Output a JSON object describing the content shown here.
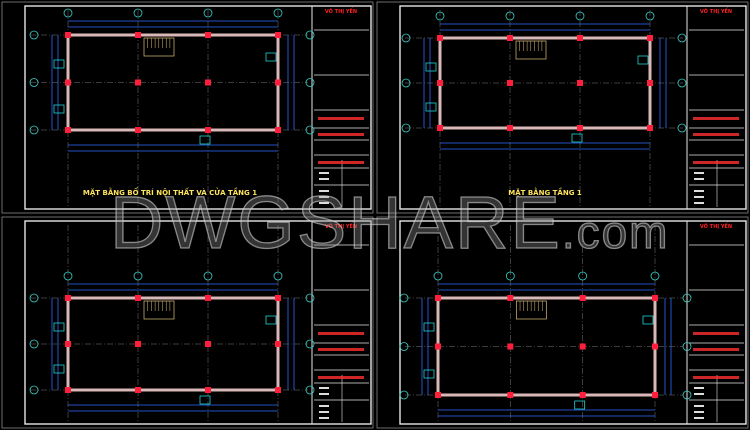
{
  "watermark": {
    "main": "DWGSHARE",
    "suffix": ".com"
  },
  "colors": {
    "background": "#000000",
    "frame": "#e6e6e6",
    "wall": "#d9b8b8",
    "column": "#ff1f3d",
    "dimension": "#2f6bff",
    "grid_bubble": "#39d0c8",
    "title": "#ffe45c",
    "name": "#ff2020",
    "tag": "#21d4d4"
  },
  "sheets": [
    {
      "title": "MẶT BẰNG BỐ TRÍ NỘI THẤT VÀ CỬA TẦNG 1",
      "designer": "VÕ THỊ YẾN"
    },
    {
      "title": "MẶT BẰNG TẦNG 1",
      "designer": "VÕ THỊ YẾN"
    },
    {
      "title": "",
      "designer": "VÕ THỊ YẾN"
    },
    {
      "title": "",
      "designer": "VÕ THỊ YẾN"
    }
  ]
}
